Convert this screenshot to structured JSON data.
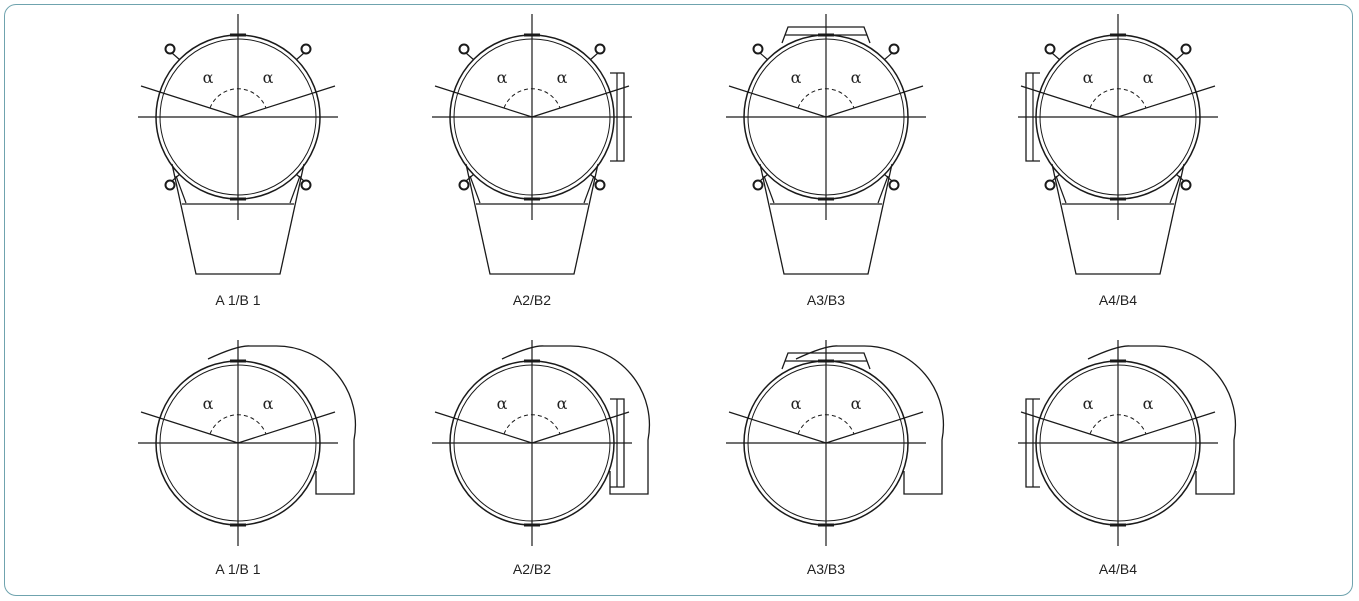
{
  "alpha_symbol": "α",
  "colors": {
    "stroke": "#1a1a1a",
    "frame": "#6fa3ae"
  },
  "rows": [
    {
      "kind": "frame",
      "variants": [
        {
          "label": "A 1/B 1",
          "shroud": "none"
        },
        {
          "label": "A2/B2",
          "shroud": "right"
        },
        {
          "label": "A3/B3",
          "shroud": "top"
        },
        {
          "label": "A4/B4",
          "shroud": "left"
        }
      ]
    },
    {
      "kind": "volute",
      "variants": [
        {
          "label": "A 1/B 1",
          "shroud": "none"
        },
        {
          "label": "A2/B2",
          "shroud": "right"
        },
        {
          "label": "A3/B3",
          "shroud": "top"
        },
        {
          "label": "A4/B4",
          "shroud": "left"
        }
      ]
    }
  ]
}
